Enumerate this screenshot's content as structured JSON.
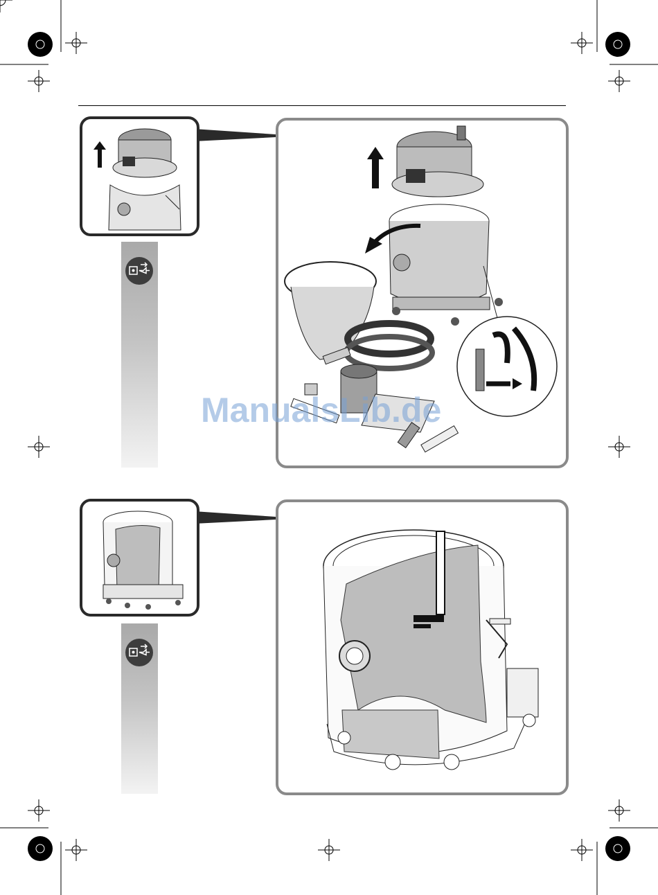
{
  "watermark": {
    "text": "ManualsLib.de"
  },
  "sections": [
    {
      "id": "step-open-container",
      "icon": "instruction-arrow-icon"
    },
    {
      "id": "step-insert-filter-bag",
      "icon": "instruction-arrow-icon"
    }
  ],
  "colors": {
    "frame_thumb": "#2a2a2a",
    "frame_panel": "#8a8a8a",
    "band_top": "#a9a9a9",
    "watermark": "#76a0d6"
  }
}
